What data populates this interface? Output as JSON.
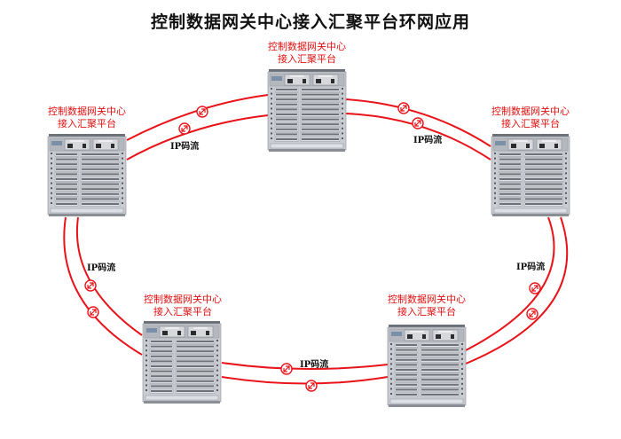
{
  "title": "控制数据网关中心接入汇聚平台环网应用",
  "colors": {
    "link": "#e8141a",
    "label": "#e01010",
    "title": "#111111"
  },
  "nodes": [
    {
      "id": "top",
      "label_line1": "控制数据网关中心",
      "label_line2": "接入汇聚平台"
    },
    {
      "id": "left",
      "label_line1": "控制数据网关中心",
      "label_line2": "接入汇聚平台"
    },
    {
      "id": "right",
      "label_line1": "控制数据网关中心",
      "label_line2": "接入汇聚平台"
    },
    {
      "id": "bottom-left",
      "label_line1": "控制数据网关中心",
      "label_line2": "接入汇聚平台"
    },
    {
      "id": "bottom-right",
      "label_line1": "控制数据网关中心",
      "label_line2": "接入汇聚平台"
    }
  ],
  "links": [
    {
      "from": "left",
      "to": "top",
      "label": "IP码流"
    },
    {
      "from": "top",
      "to": "right",
      "label": "IP码流"
    },
    {
      "from": "left",
      "to": "bottom-left",
      "label": "IP码流"
    },
    {
      "from": "bottom-left",
      "to": "bottom-right",
      "label": "IP码流"
    },
    {
      "from": "right",
      "to": "bottom-right",
      "label": "IP码流"
    }
  ],
  "icons": {
    "device": "network-switch-chassis-icon",
    "link_marker": "fiber-repeater-icon"
  }
}
